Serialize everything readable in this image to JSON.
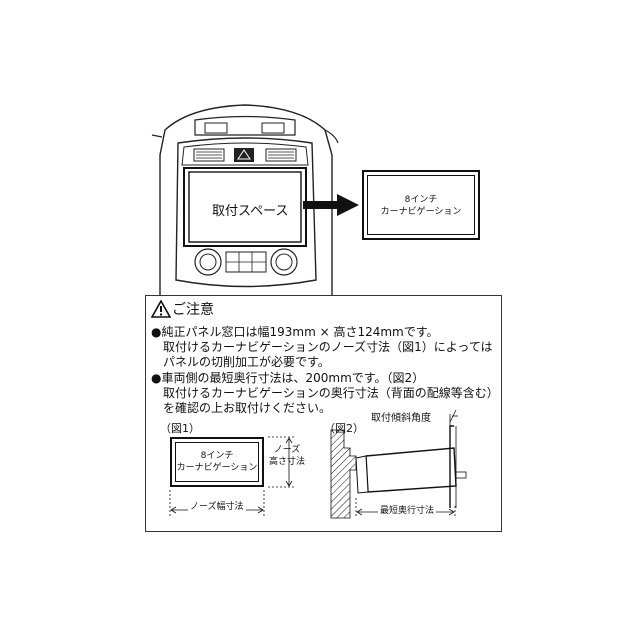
{
  "top": {
    "space_label": "取付スペース",
    "navi_line1": "8インチ",
    "navi_line2": "カーナビゲーション"
  },
  "notes": {
    "heading": "ご注意",
    "lines": [
      "●純正パネル窓口は幅193mm × 高さ124mmです。",
      "　取付けるカーナビゲーションのノーズ寸法（図1）によっては",
      "　パネルの切削加工が必要です。",
      "●車両側の最短奥行寸法は、200mmです。（図2）",
      "　取付けるカーナビゲーションの奥行寸法（背面の配線等含む）",
      "　を確認の上お取付けください。"
    ]
  },
  "fig1": {
    "label": "（図1）",
    "navi_line1": "8インチ",
    "navi_line2": "カーナビゲーション",
    "height_line1": "ノーズ",
    "height_line2": "高さ寸法",
    "width_label": "ノーズ幅寸法"
  },
  "fig2": {
    "label": "（図2）",
    "angle_label": "取付傾斜角度",
    "depth_label": "最短奥行寸法"
  }
}
